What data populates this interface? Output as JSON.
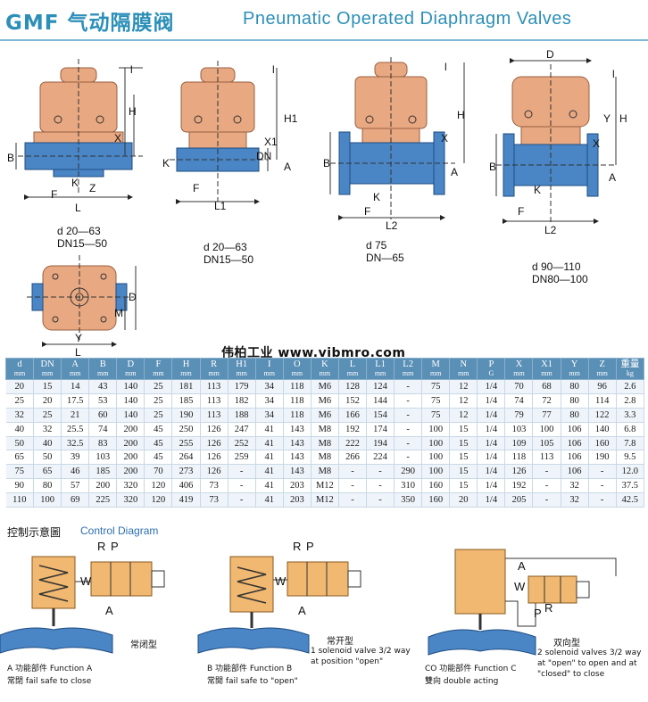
{
  "header": {
    "title_cn": "GMF 气动隔膜阀",
    "title_en": "Pneumatic Operated Diaphragm Valves"
  },
  "models": [
    {
      "line1": "d 20—63",
      "line2": "DN15—50"
    },
    {
      "line1": "d 20—63",
      "line2": "DN15—50"
    },
    {
      "line1": "d 75",
      "line2": "DN—65"
    },
    {
      "line1": "d 90—110",
      "line2": "DN80—100"
    }
  ],
  "drawing_labels": {
    "l": "l",
    "h": "H",
    "h1": "H1",
    "x": "X",
    "x1": "X1",
    "b": "B",
    "k": "K",
    "z": "Z",
    "f": "F",
    "l_cap": "L",
    "l1": "L1",
    "l2": "L2",
    "dn": "DN",
    "a": "A",
    "d": "D",
    "y": "Y",
    "m": "M"
  },
  "watermark": "伟柏工业 www.vibmro.com",
  "table": {
    "headers": [
      {
        "name": "d",
        "unit": "mm"
      },
      {
        "name": "DN",
        "unit": "mm"
      },
      {
        "name": "A",
        "unit": "mm"
      },
      {
        "name": "B",
        "unit": "mm"
      },
      {
        "name": "D",
        "unit": "mm"
      },
      {
        "name": "F",
        "unit": "mm"
      },
      {
        "name": "H",
        "unit": "mm"
      },
      {
        "name": "R",
        "unit": "mm"
      },
      {
        "name": "H1",
        "unit": "mm"
      },
      {
        "name": "I",
        "unit": "mm"
      },
      {
        "name": "O",
        "unit": "mm"
      },
      {
        "name": "K",
        "unit": "mm"
      },
      {
        "name": "L",
        "unit": "mm"
      },
      {
        "name": "L1",
        "unit": "mm"
      },
      {
        "name": "L2",
        "unit": "mm"
      },
      {
        "name": "M",
        "unit": "mm"
      },
      {
        "name": "N",
        "unit": "mm"
      },
      {
        "name": "P",
        "unit": "G"
      },
      {
        "name": "X",
        "unit": "mm"
      },
      {
        "name": "X1",
        "unit": "mm"
      },
      {
        "name": "Y",
        "unit": "mm"
      },
      {
        "name": "Z",
        "unit": "mm"
      },
      {
        "name": "重量",
        "unit": "kg"
      }
    ],
    "rows": [
      [
        "20",
        "15",
        "14",
        "43",
        "140",
        "25",
        "181",
        "113",
        "179",
        "34",
        "118",
        "M6",
        "128",
        "124",
        "-",
        "75",
        "12",
        "1/4",
        "70",
        "68",
        "80",
        "96",
        "2.6"
      ],
      [
        "25",
        "20",
        "17.5",
        "53",
        "140",
        "25",
        "185",
        "113",
        "182",
        "34",
        "118",
        "M6",
        "152",
        "144",
        "-",
        "75",
        "12",
        "1/4",
        "74",
        "72",
        "80",
        "114",
        "2.8"
      ],
      [
        "32",
        "25",
        "21",
        "60",
        "140",
        "25",
        "190",
        "113",
        "188",
        "34",
        "118",
        "M6",
        "166",
        "154",
        "-",
        "75",
        "12",
        "1/4",
        "79",
        "77",
        "80",
        "122",
        "3.3"
      ],
      [
        "40",
        "32",
        "25.5",
        "74",
        "200",
        "45",
        "250",
        "126",
        "247",
        "41",
        "143",
        "M8",
        "192",
        "174",
        "-",
        "100",
        "15",
        "1/4",
        "103",
        "100",
        "106",
        "140",
        "6.8"
      ],
      [
        "50",
        "40",
        "32.5",
        "83",
        "200",
        "45",
        "255",
        "126",
        "252",
        "41",
        "143",
        "M8",
        "222",
        "194",
        "-",
        "100",
        "15",
        "1/4",
        "109",
        "105",
        "106",
        "160",
        "7.8"
      ],
      [
        "65",
        "50",
        "39",
        "103",
        "200",
        "45",
        "264",
        "126",
        "259",
        "41",
        "143",
        "M8",
        "266",
        "224",
        "-",
        "100",
        "15",
        "1/4",
        "118",
        "113",
        "106",
        "190",
        "9.5"
      ],
      [
        "75",
        "65",
        "46",
        "185",
        "200",
        "70",
        "273",
        "126",
        "-",
        "41",
        "143",
        "M8",
        "-",
        "-",
        "290",
        "100",
        "15",
        "1/4",
        "126",
        "-",
        "106",
        "-",
        "12.0"
      ],
      [
        "90",
        "80",
        "57",
        "200",
        "320",
        "120",
        "406",
        "73",
        "-",
        "41",
        "203",
        "M12",
        "-",
        "-",
        "310",
        "160",
        "15",
        "1/4",
        "192",
        "-",
        "32",
        "-",
        "37.5"
      ],
      [
        "110",
        "100",
        "69",
        "225",
        "320",
        "120",
        "419",
        "73",
        "-",
        "41",
        "203",
        "M12",
        "-",
        "-",
        "350",
        "160",
        "20",
        "1/4",
        "205",
        "-",
        "32",
        "-",
        "42.5"
      ]
    ]
  },
  "control": {
    "title_cn": "控制示意圖",
    "title_en": "Control Diagram",
    "letters": {
      "r": "R",
      "p": "P",
      "w": "W",
      "a": "A"
    },
    "diagrams": [
      {
        "type_cn": "常闭型",
        "func_line1": "A 功能部件  Function A",
        "func_line2": "常閉  fail safe to close",
        "note1": "",
        "note2": ""
      },
      {
        "type_cn": "常开型",
        "func_line1": "B 功能部件  Function B",
        "func_line2": "常開  fail safe to \"open\"",
        "note1": "1 solenoid valve 3/2 way",
        "note2": "at position \"open\""
      },
      {
        "type_cn": "双向型",
        "func_line1": "CO 功能部件  Function C",
        "func_line2": "雙向  double acting",
        "note1": "2 solenoid valves 3/2 way",
        "note2": "at \"open\" to open and at",
        "note3": "\"closed\" to close"
      }
    ]
  },
  "colors": {
    "accent": "#2c8fb8",
    "table_header": "#5a8fb6",
    "actuator": "#e8a882",
    "pipe": "#4a86c6",
    "solenoid": "#f0b870"
  }
}
